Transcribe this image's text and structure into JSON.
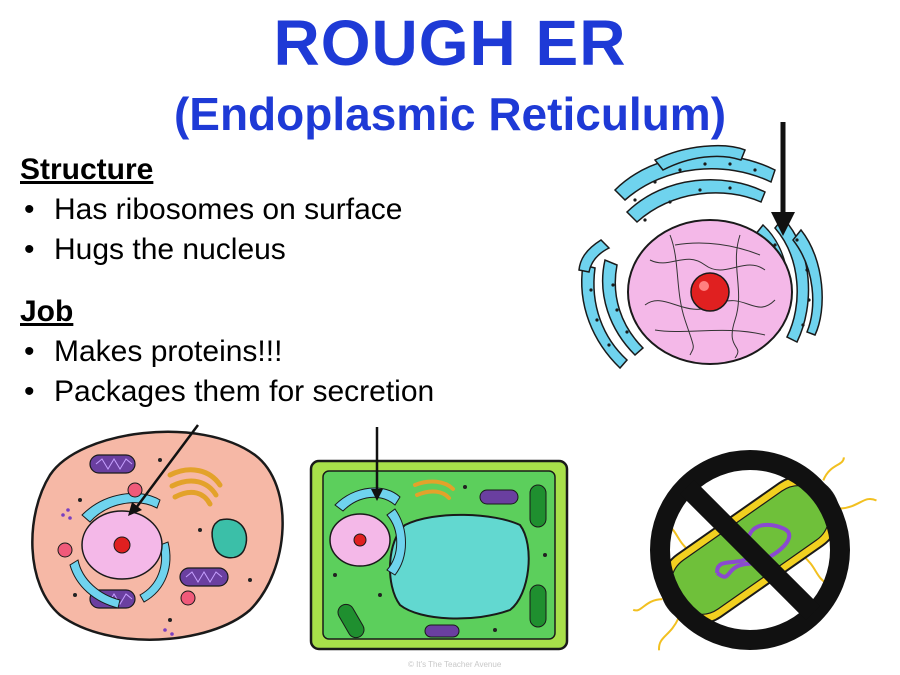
{
  "slide": {
    "title": "ROUGH ER",
    "subtitle": "(Endoplasmic Reticulum)",
    "sections": [
      {
        "heading": "Structure",
        "bullets": [
          "Has ribosomes on surface",
          "Hugs the nucleus"
        ]
      },
      {
        "heading": "Job",
        "bullets": [
          "Makes proteins!!!",
          "Packages them for secretion"
        ]
      }
    ],
    "watermark": "© It's The Teacher Avenue",
    "colors": {
      "title": "#1e3ad6",
      "er": "#5ec8e6",
      "nucleus": "#f4b8e8",
      "nucleolus": "#e02020"
    },
    "images": [
      {
        "name": "rough-er-diagram",
        "icon": "rough-er-nucleus-icon"
      },
      {
        "name": "animal-cell",
        "icon": "animal-cell-icon"
      },
      {
        "name": "plant-cell",
        "icon": "plant-cell-icon"
      },
      {
        "name": "bacteria-no",
        "icon": "no-bacteria-icon"
      }
    ]
  }
}
